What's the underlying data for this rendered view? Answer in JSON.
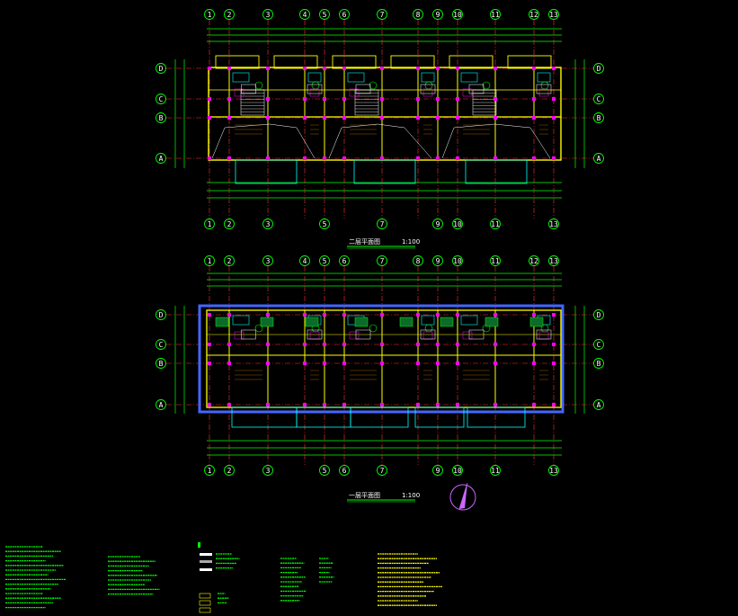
{
  "drawing": {
    "colors": {
      "background": "#000000",
      "wall": "#ffff00",
      "dimension": "#00ff00",
      "axis": "#ff3333",
      "grid_bubble": "#00ff00",
      "column": "#ff00ff",
      "fixture": "#00ffff",
      "text": "#ffffff",
      "orange": "#ff9900",
      "blue": "#4466ff"
    },
    "upper_plan": {
      "title": "二层平面图",
      "scale": "1:100",
      "top_axes": [
        "1",
        "2",
        "3",
        "4",
        "5",
        "6",
        "7",
        "8",
        "9",
        "10",
        "11",
        "12",
        "13"
      ],
      "bottom_axes": [
        "1",
        "2",
        "3",
        "5",
        "7",
        "9",
        "10",
        "11",
        "13"
      ],
      "row_axes": [
        "D",
        "C",
        "B",
        "A"
      ]
    },
    "lower_plan": {
      "title": "一层平面图",
      "scale": "1:100",
      "top_axes": [
        "1",
        "2",
        "3",
        "4",
        "5",
        "6",
        "7",
        "8",
        "9",
        "10",
        "11",
        "12",
        "13"
      ],
      "bottom_axes": [
        "1",
        "2",
        "3",
        "5",
        "6",
        "7",
        "9",
        "10",
        "11",
        "13"
      ],
      "row_axes": [
        "D",
        "C",
        "B",
        "A"
      ]
    },
    "north_arrow": "north-arrow"
  }
}
